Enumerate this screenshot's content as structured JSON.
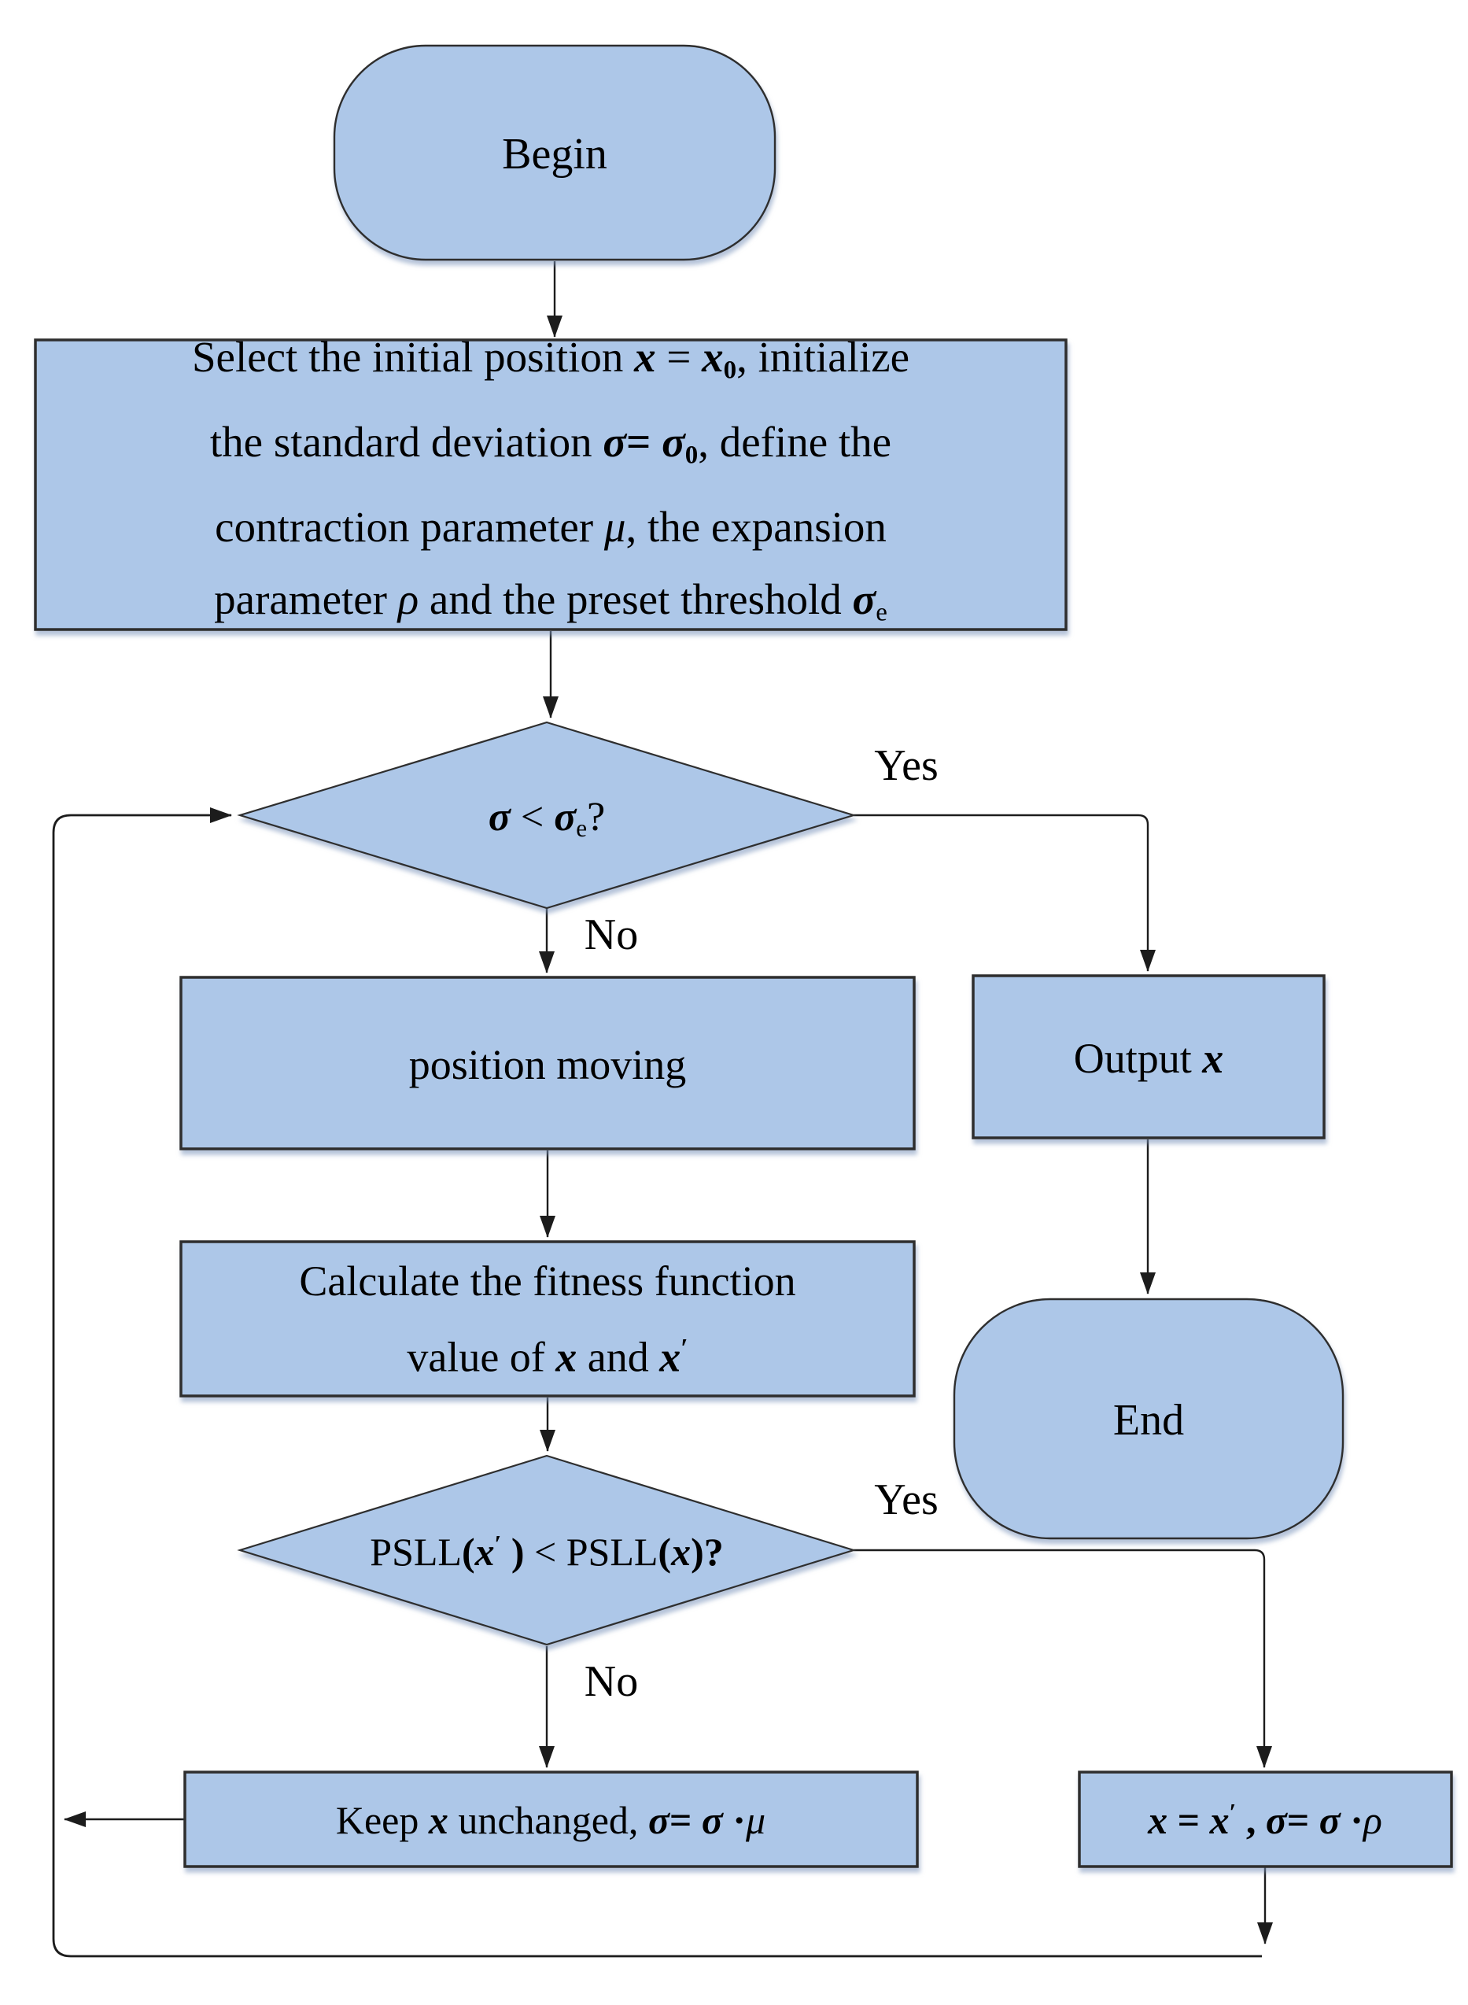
{
  "palette": {
    "node_fill": "#adc7e8",
    "node_border": "#2e2e2e",
    "line": "#1c1c1c",
    "text": "#000000",
    "bg": "#ffffff"
  },
  "nodes": {
    "begin": {
      "shape": "stadium",
      "lines": [
        [
          {
            "t": "Begin"
          }
        ]
      ]
    },
    "init": {
      "shape": "process",
      "lines": [
        [
          {
            "t": "Select the initial position "
          },
          {
            "t": "x",
            "s": "bi"
          },
          {
            "t": " = "
          },
          {
            "t": "x",
            "s": "bi"
          },
          {
            "t": "0",
            "s": "bsub"
          },
          {
            "t": ", initialize"
          }
        ],
        [
          {
            "t": "the standard deviation  "
          },
          {
            "t": "σ",
            "s": "bi"
          },
          {
            "t": "= ",
            "s": "b"
          },
          {
            "t": "σ",
            "s": "bi"
          },
          {
            "t": "0",
            "s": "bsub"
          },
          {
            "t": ", define the"
          }
        ],
        [
          {
            "t": "contraction parameter "
          },
          {
            "t": "μ",
            "s": "i"
          },
          {
            "t": ", the expansion"
          }
        ],
        [
          {
            "t": "parameter "
          },
          {
            "t": "ρ",
            "s": "i"
          },
          {
            "t": " and the preset threshold "
          },
          {
            "t": "σ",
            "s": "bi"
          },
          {
            "t": "e",
            "s": "sub"
          }
        ]
      ]
    },
    "check_sigma": {
      "shape": "decision",
      "lines": [
        [
          {
            "t": "σ",
            "s": "bi"
          },
          {
            "t": " < "
          },
          {
            "t": "σ",
            "s": "bi"
          },
          {
            "t": "e",
            "s": "sub"
          },
          {
            "t": "?"
          }
        ]
      ]
    },
    "position_moving": {
      "shape": "process",
      "lines": [
        [
          {
            "t": "position moving"
          }
        ]
      ]
    },
    "output_x": {
      "shape": "process",
      "lines": [
        [
          {
            "t": "Output "
          },
          {
            "t": "x",
            "s": "bi"
          }
        ]
      ]
    },
    "calc_fitness": {
      "shape": "process",
      "lines": [
        [
          {
            "t": "Calculate the fitness function"
          }
        ],
        [
          {
            "t": "value of "
          },
          {
            "t": "x",
            "s": "bi"
          },
          {
            "t": " and  "
          },
          {
            "t": "x",
            "s": "bi"
          },
          {
            "t": "′",
            "s": "pr"
          }
        ]
      ]
    },
    "end": {
      "shape": "stadium",
      "lines": [
        [
          {
            "t": "End"
          }
        ]
      ]
    },
    "check_psll": {
      "shape": "decision",
      "lines": [
        [
          {
            "t": "PSLL"
          },
          {
            "t": "(",
            "s": "b"
          },
          {
            "t": "x",
            "s": "bi"
          },
          {
            "t": "′",
            "s": "pr"
          },
          {
            "t": " "
          },
          {
            "t": ")",
            "s": "b"
          },
          {
            "t": " < PSLL"
          },
          {
            "t": "(",
            "s": "b"
          },
          {
            "t": "x",
            "s": "bi"
          },
          {
            "t": ")?",
            "s": "b"
          }
        ]
      ]
    },
    "keep_x": {
      "shape": "process",
      "lines": [
        [
          {
            "t": "Keep "
          },
          {
            "t": "x",
            "s": "bi"
          },
          {
            "t": " unchanged,  "
          },
          {
            "t": "σ",
            "s": "bi"
          },
          {
            "t": "= ",
            "s": "b"
          },
          {
            "t": "σ",
            "s": "bi"
          },
          {
            "t": " ·",
            "s": "b"
          },
          {
            "t": "μ",
            "s": "i"
          }
        ]
      ]
    },
    "accept_x": {
      "shape": "process",
      "lines": [
        [
          {
            "t": "x",
            "s": "bi"
          },
          {
            "t": " = ",
            "s": "b"
          },
          {
            "t": "x",
            "s": "bi"
          },
          {
            "t": "′",
            "s": "pr"
          },
          {
            "t": " ,  ",
            "s": "b"
          },
          {
            "t": "σ",
            "s": "bi"
          },
          {
            "t": "= ",
            "s": "b"
          },
          {
            "t": "σ",
            "s": "bi"
          },
          {
            "t": " ·",
            "s": "b"
          },
          {
            "t": "ρ",
            "s": "i"
          }
        ]
      ]
    }
  },
  "edge_labels": {
    "sigma_yes": {
      "lines": [
        [
          {
            "t": "Yes"
          }
        ]
      ]
    },
    "sigma_no": {
      "lines": [
        [
          {
            "t": "No"
          }
        ]
      ]
    },
    "psll_yes": {
      "lines": [
        [
          {
            "t": "Yes"
          }
        ]
      ]
    },
    "psll_no": {
      "lines": [
        [
          {
            "t": "No"
          }
        ]
      ]
    }
  }
}
